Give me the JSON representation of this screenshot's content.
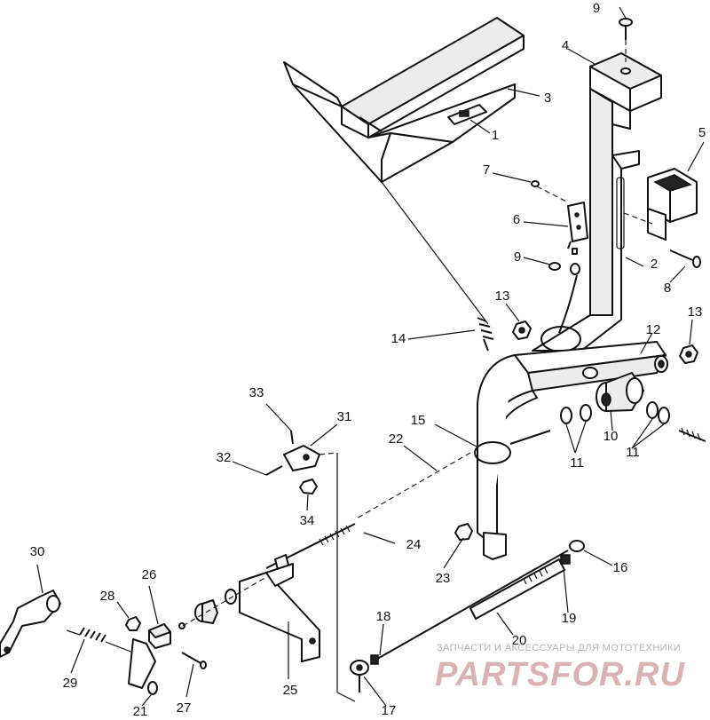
{
  "diagram": {
    "callouts": [
      {
        "id": "c1",
        "label": "1"
      },
      {
        "id": "c2",
        "label": "2"
      },
      {
        "id": "c3",
        "label": "3"
      },
      {
        "id": "c4",
        "label": "4"
      },
      {
        "id": "c5",
        "label": "5"
      },
      {
        "id": "c6",
        "label": "6"
      },
      {
        "id": "c7",
        "label": "7"
      },
      {
        "id": "c8",
        "label": "8"
      },
      {
        "id": "c9a",
        "label": "9"
      },
      {
        "id": "c9b",
        "label": "9"
      },
      {
        "id": "c10",
        "label": "10"
      },
      {
        "id": "c11a",
        "label": "11"
      },
      {
        "id": "c11b",
        "label": "11"
      },
      {
        "id": "c12",
        "label": "12"
      },
      {
        "id": "c13a",
        "label": "13"
      },
      {
        "id": "c13b",
        "label": "13"
      },
      {
        "id": "c14",
        "label": "14"
      },
      {
        "id": "c15",
        "label": "15"
      },
      {
        "id": "c16",
        "label": "16"
      },
      {
        "id": "c17",
        "label": "17"
      },
      {
        "id": "c18",
        "label": "18"
      },
      {
        "id": "c19",
        "label": "19"
      },
      {
        "id": "c20",
        "label": "20"
      },
      {
        "id": "c21",
        "label": "21"
      },
      {
        "id": "c22",
        "label": "22"
      },
      {
        "id": "c23",
        "label": "23"
      },
      {
        "id": "c24",
        "label": "24"
      },
      {
        "id": "c25",
        "label": "25"
      },
      {
        "id": "c26",
        "label": "26"
      },
      {
        "id": "c27",
        "label": "27"
      },
      {
        "id": "c28",
        "label": "28"
      },
      {
        "id": "c29",
        "label": "29"
      },
      {
        "id": "c30",
        "label": "30"
      },
      {
        "id": "c31",
        "label": "31"
      },
      {
        "id": "c32",
        "label": "32"
      },
      {
        "id": "c33",
        "label": "33"
      },
      {
        "id": "c34",
        "label": "34"
      }
    ]
  },
  "watermark": {
    "tagline": "ЗАПЧАСТИ И АКСЕССУАРЫ ДЛЯ МОТОТЕХНИКИ",
    "brand": "PARTSFOR.RU"
  }
}
